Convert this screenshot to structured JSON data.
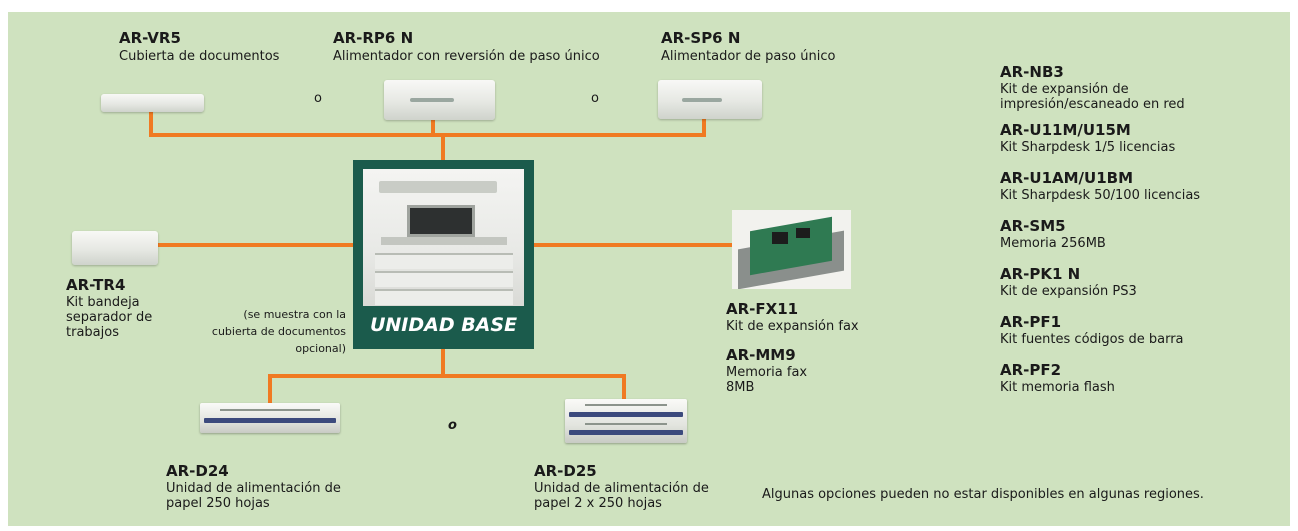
{
  "diagram": {
    "base_unit": {
      "label": "UNIDAD BASE",
      "note": [
        "(se muestra con la",
        "cubierta de documentos",
        "opcional)"
      ]
    },
    "top_options": [
      {
        "code": "AR-VR5",
        "desc": "Cubierta de documentos"
      },
      {
        "code": "AR-RP6 N",
        "desc": "Alimentador con reversión de paso único"
      },
      {
        "code": "AR-SP6 N",
        "desc": "Alimentador de paso único"
      }
    ],
    "or_top": [
      "o",
      "o"
    ],
    "left_option": {
      "code": "AR-TR4",
      "desc": [
        "Kit bandeja",
        "separador de",
        "trabajos"
      ]
    },
    "fax_options": [
      {
        "code": "AR-FX11",
        "desc": [
          "Kit de expansión fax"
        ]
      },
      {
        "code": "AR-MM9",
        "desc": [
          "Memoria fax",
          "8MB"
        ]
      }
    ],
    "bottom_options": [
      {
        "code": "AR-D24",
        "desc": [
          "Unidad de alimentación de",
          "papel 250 hojas"
        ]
      },
      {
        "code": "AR-D25",
        "desc": [
          "Unidad de alimentación de",
          "papel 2 x 250 hojas"
        ]
      }
    ],
    "or_bottom": "o",
    "side_list": [
      {
        "code": "AR-NB3",
        "desc": [
          "Kit de expansión de",
          "impresión/escaneado en red"
        ]
      },
      {
        "code": "AR-U11M/U15M",
        "desc": [
          "Kit Sharpdesk 1/5 licencias"
        ]
      },
      {
        "code": "AR-U1AM/U1BM",
        "desc": [
          "Kit Sharpdesk 50/100 licencias"
        ]
      },
      {
        "code": "AR-SM5",
        "desc": [
          "Memoria 256MB"
        ]
      },
      {
        "code": "AR-PK1 N",
        "desc": [
          "Kit de expansión PS3"
        ]
      },
      {
        "code": "AR-PF1",
        "desc": [
          "Kit fuentes códigos de barra"
        ]
      },
      {
        "code": "AR-PF2",
        "desc": [
          "Kit memoria flash"
        ]
      }
    ],
    "footnote": "Algunas opciones pueden no estar disponibles en algunas regiones.",
    "colors": {
      "background": "#cfe2bf",
      "connector": "#f07a22",
      "base_box": "#1b5b4c",
      "tray_stripe": "#3c4a7d"
    }
  }
}
